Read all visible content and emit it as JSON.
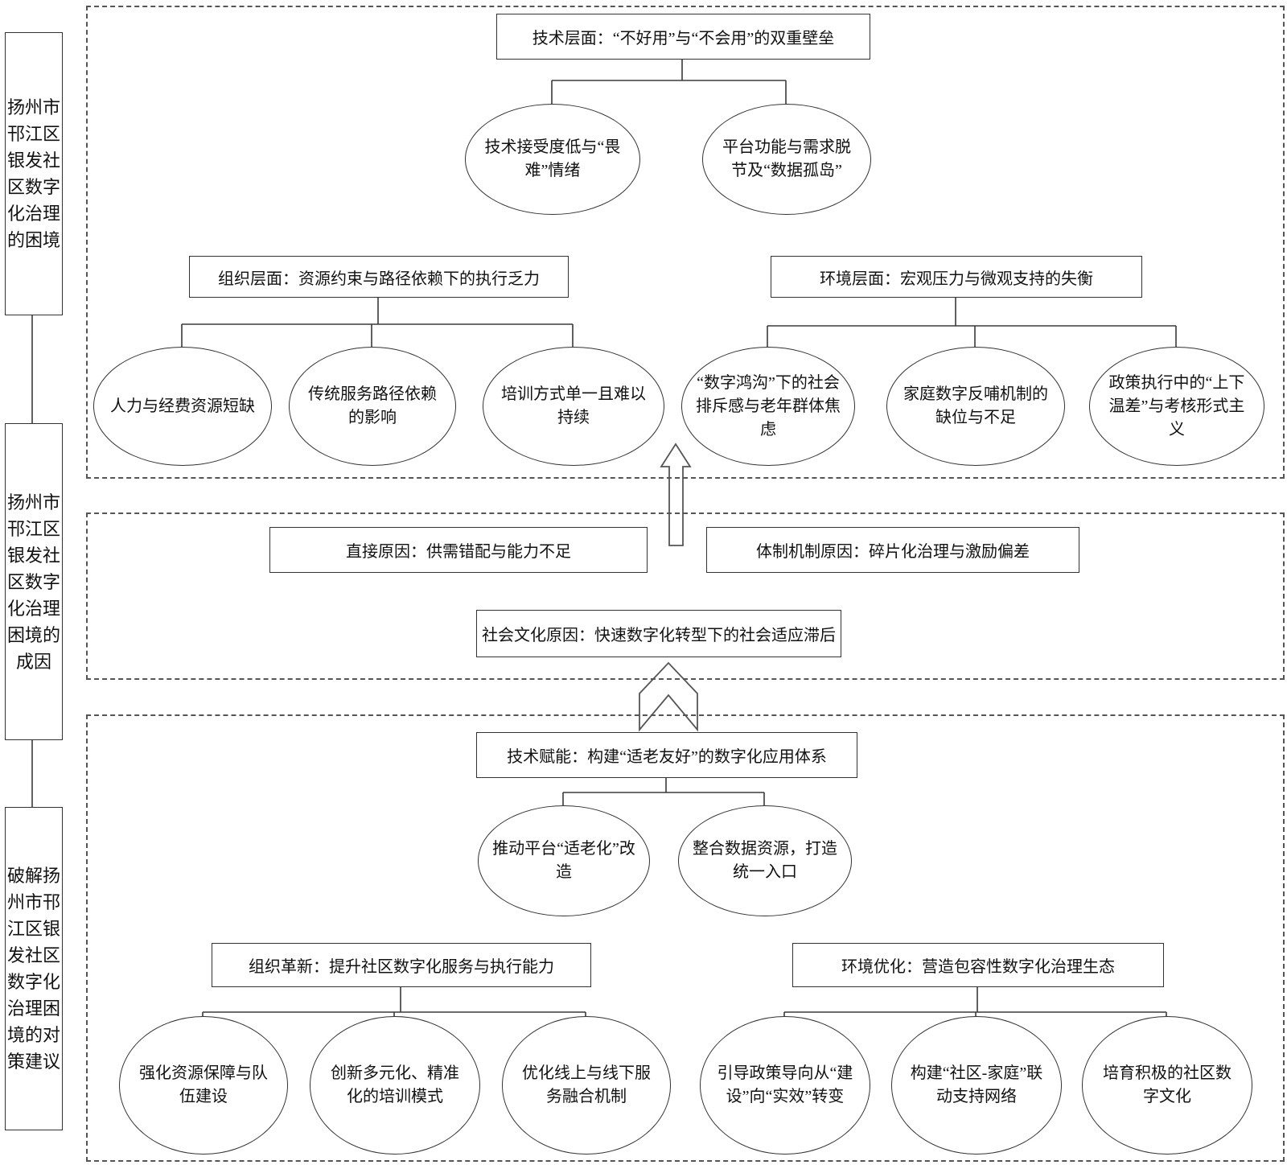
{
  "canvas": {
    "background": "#ffffff",
    "line_color": "#3a3a3a",
    "dashed_color": "#555555",
    "text_color": "#111111"
  },
  "left_rail": {
    "labels": [
      "扬州市邗江区银发社区数字化治理的困境",
      "扬州市邗江区银发社区数字化治理困境的成因",
      "破解扬州市邗江区银发社区数字化治理困境的对策建议"
    ]
  },
  "icons": {
    "up_block_arrow": "upward-block-arrow",
    "up_chevron_arrow": "upward-chevron-arrow"
  },
  "sections": {
    "dilemma": {
      "tech": {
        "title": "技术层面：“不好用”与“不会用”的双重壁垒",
        "children": [
          "技术接受度低与“畏难”情绪",
          "平台功能与需求脱节及“数据孤岛”"
        ]
      },
      "org": {
        "title": "组织层面：资源约束与路径依赖下的执行乏力",
        "children": [
          "人力与经费资源短缺",
          "传统服务路径依赖的影响",
          "培训方式单一且难以持续"
        ]
      },
      "env": {
        "title": "环境层面：宏观压力与微观支持的失衡",
        "children": [
          "“数字鸿沟”下的社会排斥感与老年群体焦虑",
          "家庭数字反哺机制的缺位与不足",
          "政策执行中的“上下温差”与考核形式主义"
        ]
      }
    },
    "causes": {
      "direct": "直接原因：供需错配与能力不足",
      "system": "体制机制原因：碎片化治理与激励偏差",
      "social": "社会文化原因：快速数字化转型下的社会适应滞后"
    },
    "countermeasures": {
      "tech": {
        "title": "技术赋能：构建“适老友好”的数字化应用体系",
        "children": [
          "推动平台“适老化”改造",
          "整合数据资源，打造统一入口"
        ]
      },
      "org": {
        "title": "组织革新：提升社区数字化服务与执行能力",
        "children": [
          "强化资源保障与队伍建设",
          "创新多元化、精准化的培训模式",
          "优化线上与线下服务融合机制"
        ]
      },
      "env": {
        "title": "环境优化：营造包容性数字化治理生态",
        "children": [
          "引导政策导向从“建设”向“实效”转变",
          "构建“社区-家庭”联动支持网络",
          "培育积极的社区数字文化"
        ]
      }
    }
  }
}
